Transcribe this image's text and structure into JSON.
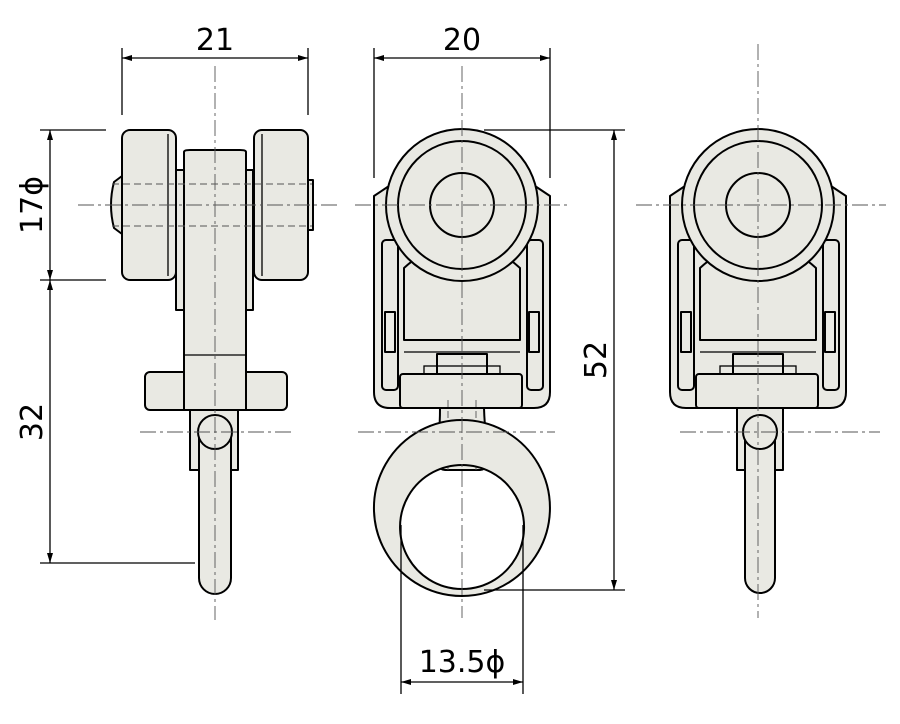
{
  "dimensions": {
    "width_left": "21",
    "width_center": "20",
    "roller_diameter": "17ϕ",
    "height_total": "52",
    "height_lower": "32",
    "ring_diameter": "13.5ϕ"
  },
  "colors": {
    "body_fill": "#e9e9e3",
    "line": "#000000",
    "center_line": "#555555"
  }
}
